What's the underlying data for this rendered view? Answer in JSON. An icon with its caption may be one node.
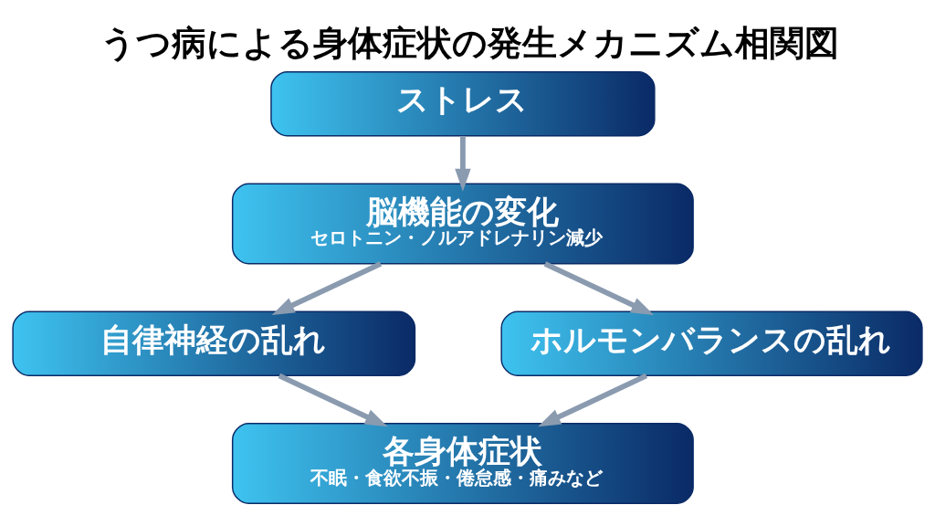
{
  "diagram": {
    "title": "うつ病による身体症状の発生メカニズム相関図",
    "nodes": [
      {
        "text": [
          "ストレス"
        ]
      },
      {
        "text": [
          "脳機能の変化",
          "セロトニン・ノルアドレナリン減少"
        ]
      },
      {
        "text": [
          "自律神経の乱れ"
        ]
      },
      {
        "text": [
          "ホルモンバランスの乱れ"
        ]
      },
      {
        "text": [
          "各身体症状",
          "不眠・食欲不振・倦怠感・痛みなど"
        ]
      }
    ],
    "edges": [
      {
        "from": 0,
        "to": 1,
        "arrow": "to"
      },
      {
        "from": 1,
        "to": 2,
        "arrow": "to"
      },
      {
        "from": 1,
        "to": 3,
        "arrow": "to"
      },
      {
        "from": 2,
        "to": 4,
        "arrow": "to"
      },
      {
        "from": 3,
        "to": 4,
        "arrow": "to"
      }
    ]
  }
}
